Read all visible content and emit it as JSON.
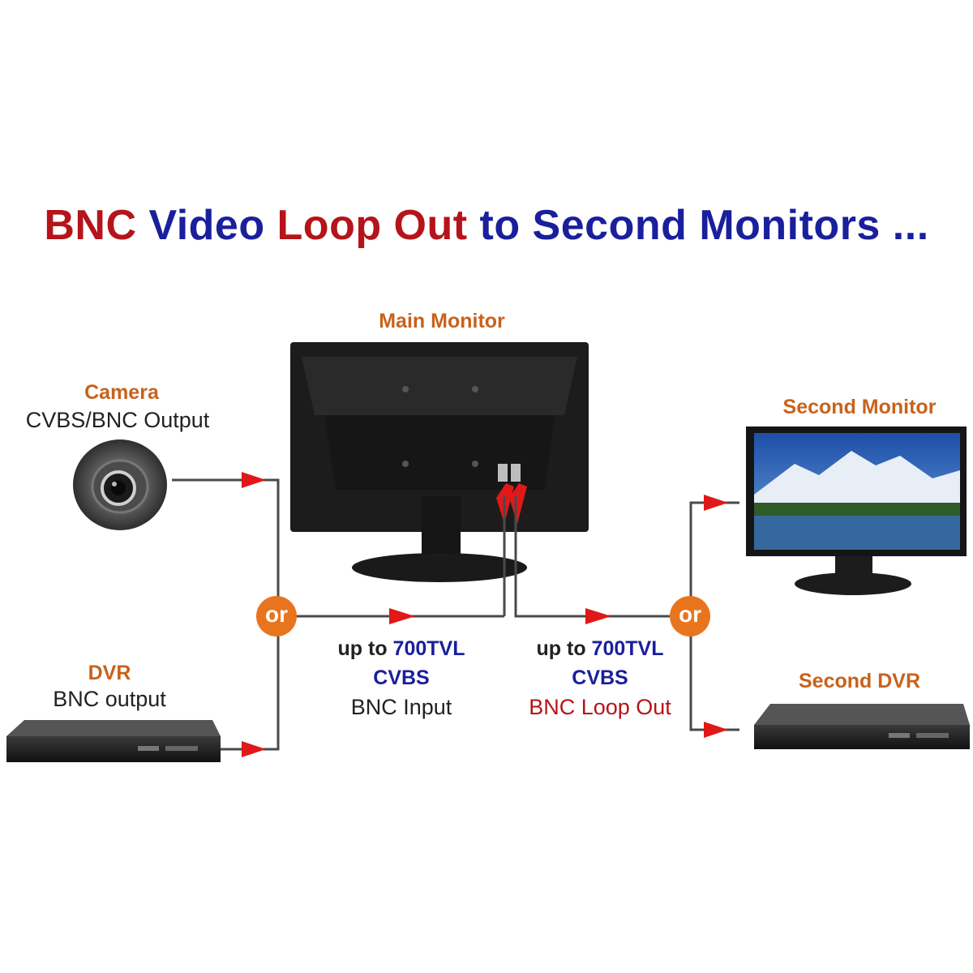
{
  "title": {
    "part1": "BNC ",
    "part2": "Video ",
    "part3": "Loop Out ",
    "part4": "to Second Monitors ..."
  },
  "labels": {
    "main_monitor": "Main Monitor",
    "camera": "Camera",
    "camera_sub": "CVBS/BNC Output",
    "dvr": "DVR",
    "dvr_sub": "BNC output",
    "second_monitor": "Second Monitor",
    "second_dvr": "Second DVR",
    "or_left": "or",
    "or_right": "or"
  },
  "input_spec": {
    "prefix": "up to ",
    "resolution": "700TVL",
    "format": "CVBS",
    "port": "BNC Input"
  },
  "output_spec": {
    "prefix": "up to ",
    "resolution": "700TVL",
    "format": "CVBS",
    "port": "BNC Loop Out"
  },
  "colors": {
    "red": "#b5141a",
    "blue": "#1a1f9c",
    "orange": "#c8621c",
    "or_badge": "#e8751e",
    "arrow": "#e01818",
    "line": "#4a4a4a"
  }
}
